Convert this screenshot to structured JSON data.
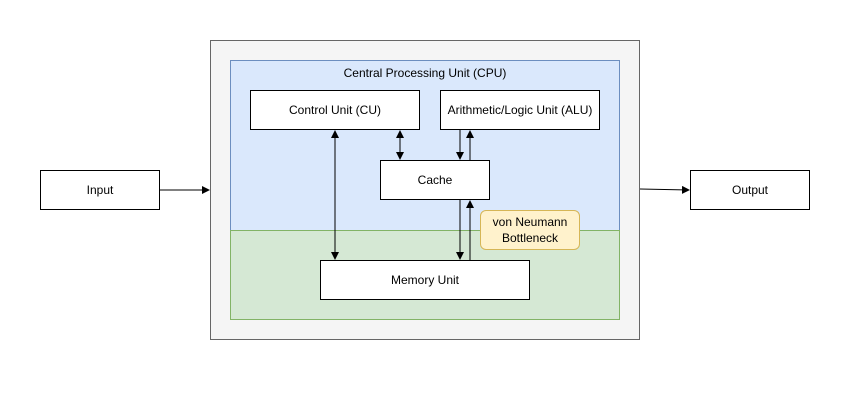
{
  "diagram": {
    "input_label": "Input",
    "output_label": "Output",
    "cpu_title": "Central Processing Unit (CPU)",
    "control_unit": "Control Unit (CU)",
    "alu": "Arithmetic/Logic Unit (ALU)",
    "cache": "Cache",
    "memory_unit": "Memory Unit",
    "bottleneck_note": "von Neumann\nBottleneck"
  },
  "colors": {
    "cpu_region": "#dae8fc",
    "memory_region": "#d5e8d4",
    "note_fill": "#fff2cc",
    "outer_fill": "#f5f5f5"
  }
}
